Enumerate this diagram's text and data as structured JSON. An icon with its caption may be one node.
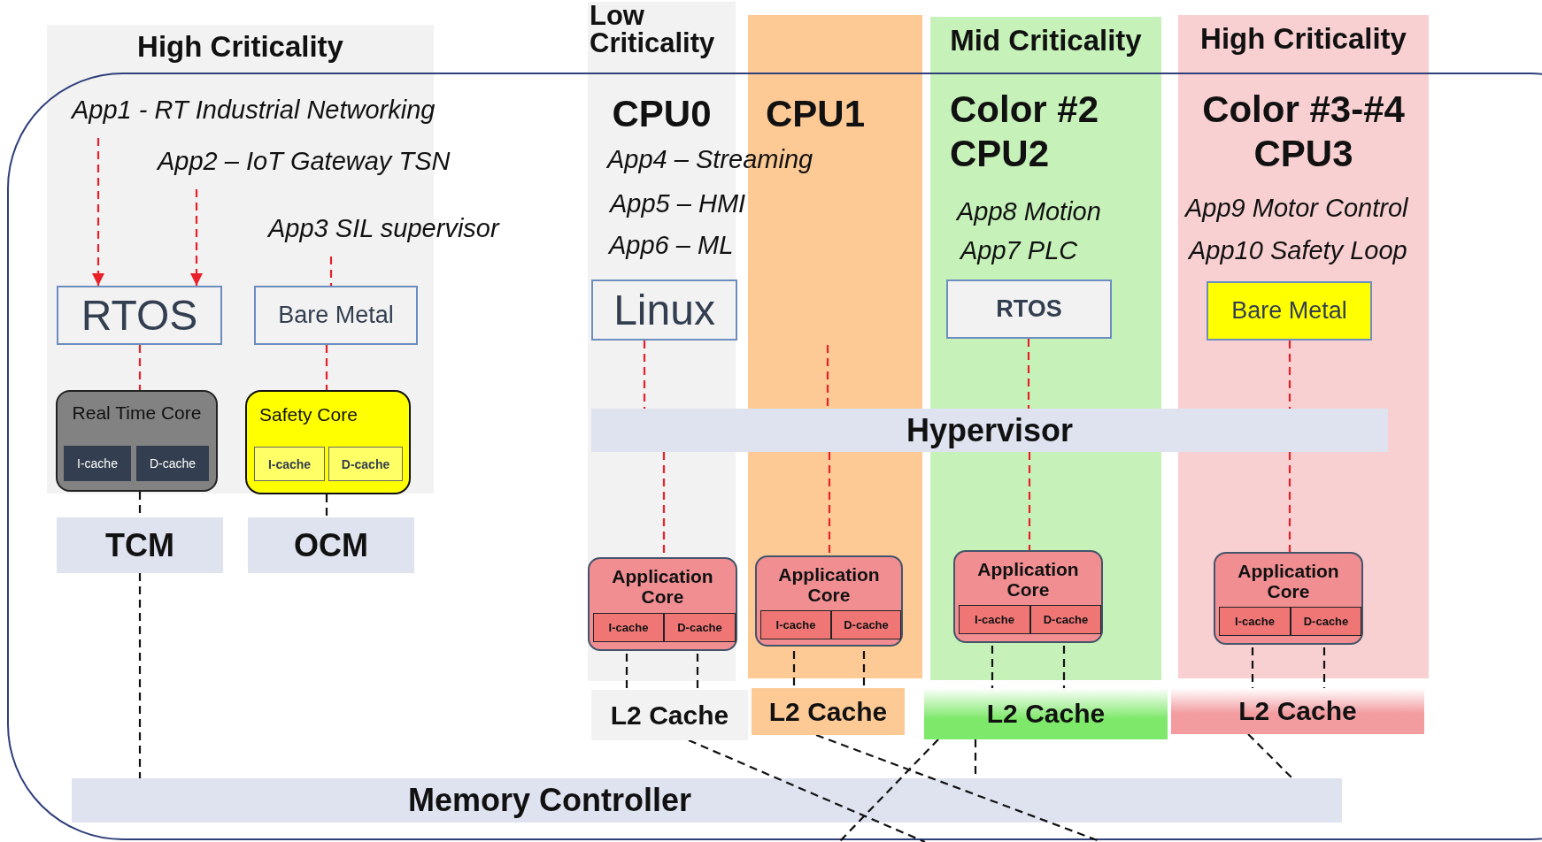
{
  "diagram": {
    "nodes": [
      {
        "text": [
          "High Criticality"
        ]
      },
      {
        "text": [
          "Low Criticality",
          "CPU0"
        ]
      },
      {
        "text": [
          "CPU1"
        ]
      },
      {
        "text": [
          "Mid Criticality",
          "Color #2 CPU2"
        ]
      },
      {
        "text": [
          "High Criticality",
          "Color #3-#4 CPU3"
        ]
      },
      {
        "text": [
          "App1 - RT Industrial Networking"
        ],
        "in": 0
      },
      {
        "text": [
          "App2 – IoT Gateway TSN"
        ],
        "in": 0
      },
      {
        "text": [
          "App3 SIL supervisor"
        ]
      },
      {
        "text": [
          "RTOS"
        ],
        "in": 0
      },
      {
        "text": [
          "Bare Metal"
        ],
        "in": 0
      },
      {
        "text": [
          "Real Time Core"
        ],
        "in": 0
      },
      {
        "text": [
          "I-cache"
        ],
        "in": 10
      },
      {
        "text": [
          "D-cache"
        ],
        "in": 10
      },
      {
        "text": [
          "Safety Core"
        ],
        "in": 0
      },
      {
        "text": [
          "I-cache"
        ],
        "in": 13
      },
      {
        "text": [
          "D-cache"
        ],
        "in": 13
      },
      {
        "text": [
          "TCM"
        ]
      },
      {
        "text": [
          "OCM"
        ]
      },
      {
        "text": [
          "Linux"
        ],
        "in": 1
      },
      {
        "text": [
          "RTOS"
        ],
        "in": 3
      },
      {
        "text": [
          "Bare Metal"
        ],
        "in": 4
      },
      {
        "text": [
          "Hypervisor"
        ]
      },
      {
        "text": [
          "Application Core"
        ],
        "in": 1
      },
      {
        "text": [
          "I-cache"
        ],
        "in": 22
      },
      {
        "text": [
          "D-cache"
        ],
        "in": 22
      },
      {
        "text": [
          "Application Core"
        ],
        "in": 2
      },
      {
        "text": [
          "I-cache"
        ],
        "in": 25
      },
      {
        "text": [
          "D-cache"
        ],
        "in": 25
      },
      {
        "text": [
          "Application Core"
        ],
        "in": 3
      },
      {
        "text": [
          "I-cache"
        ],
        "in": 28
      },
      {
        "text": [
          "D-cache"
        ],
        "in": 28
      },
      {
        "text": [
          "Application Core"
        ],
        "in": 4
      },
      {
        "text": [
          "I-cache"
        ],
        "in": 31
      },
      {
        "text": [
          "D-cache"
        ],
        "in": 31
      },
      {
        "text": [
          "L2 Cache"
        ]
      },
      {
        "text": [
          "L2 Cache"
        ]
      },
      {
        "text": [
          "L2 Cache"
        ]
      },
      {
        "text": [
          "L2 Cache"
        ]
      },
      {
        "text": [
          "Memory Controller"
        ]
      }
    ],
    "edges": [
      {
        "from": 5,
        "to": 8,
        "arrow": "to",
        "style": "dashed",
        "color": "#e8202a"
      },
      {
        "from": 6,
        "to": 8,
        "arrow": "to",
        "style": "dashed",
        "color": "#e8202a"
      },
      {
        "from": 7,
        "to": 9,
        "arrow": "none",
        "style": "dashed",
        "color": "#e8202a"
      },
      {
        "from": 8,
        "to": 10,
        "arrow": "none",
        "style": "dashed",
        "color": "#e8202a"
      },
      {
        "from": 9,
        "to": 13,
        "arrow": "none",
        "style": "dashed",
        "color": "#e8202a"
      },
      {
        "from": 10,
        "to": 16,
        "arrow": "none",
        "style": "dashed"
      },
      {
        "from": 13,
        "to": 17,
        "arrow": "none",
        "style": "dashed"
      },
      {
        "from": 16,
        "to": 38,
        "arrow": "none",
        "style": "dashed"
      },
      {
        "from": 18,
        "to": 21,
        "arrow": "none",
        "style": "dashed",
        "color": "#e8202a"
      },
      {
        "from": null,
        "to": 21,
        "arrow": "none",
        "style": "dashed",
        "color": "#e8202a"
      },
      {
        "from": 19,
        "to": 21,
        "arrow": "none",
        "style": "dashed",
        "color": "#e8202a"
      },
      {
        "from": 20,
        "to": 21,
        "arrow": "none",
        "style": "dashed",
        "color": "#e8202a"
      },
      {
        "from": 21,
        "to": 22,
        "arrow": "none",
        "style": "dashed",
        "color": "#e8202a"
      },
      {
        "from": 21,
        "to": 25,
        "arrow": "none",
        "style": "dashed",
        "color": "#e8202a"
      },
      {
        "from": 21,
        "to": 28,
        "arrow": "none",
        "style": "dashed",
        "color": "#e8202a"
      },
      {
        "from": 21,
        "to": 31,
        "arrow": "none",
        "style": "dashed",
        "color": "#e8202a"
      },
      {
        "from": 23,
        "to": 34,
        "arrow": "none",
        "style": "dashed"
      },
      {
        "from": 24,
        "to": 34,
        "arrow": "none",
        "style": "dashed"
      },
      {
        "from": 26,
        "to": 35,
        "arrow": "none",
        "style": "dashed"
      },
      {
        "from": 27,
        "to": 35,
        "arrow": "none",
        "style": "dashed"
      },
      {
        "from": 29,
        "to": 36,
        "arrow": "none",
        "style": "dashed"
      },
      {
        "from": 30,
        "to": 36,
        "arrow": "none",
        "style": "dashed"
      },
      {
        "from": 32,
        "to": 37,
        "arrow": "none",
        "style": "dashed"
      },
      {
        "from": 33,
        "to": 37,
        "arrow": "none",
        "style": "dashed"
      },
      {
        "from": 34,
        "to": null,
        "arrow": "none",
        "style": "dashed"
      },
      {
        "from": 35,
        "to": null,
        "arrow": "none",
        "style": "dashed"
      },
      {
        "from": 36,
        "to": null,
        "arrow": "none",
        "style": "dashed"
      },
      {
        "from": 36,
        "to": 38,
        "arrow": "none",
        "style": "dashed"
      },
      {
        "from": 37,
        "to": 38,
        "arrow": "none",
        "style": "dashed"
      }
    ],
    "labels": [
      "App4 – Streaming",
      "App5 – HMI",
      "App6 – ML",
      "App8 Motion",
      "App7 PLC",
      "App9 Motor Control",
      "App10 Safety Loop"
    ]
  }
}
